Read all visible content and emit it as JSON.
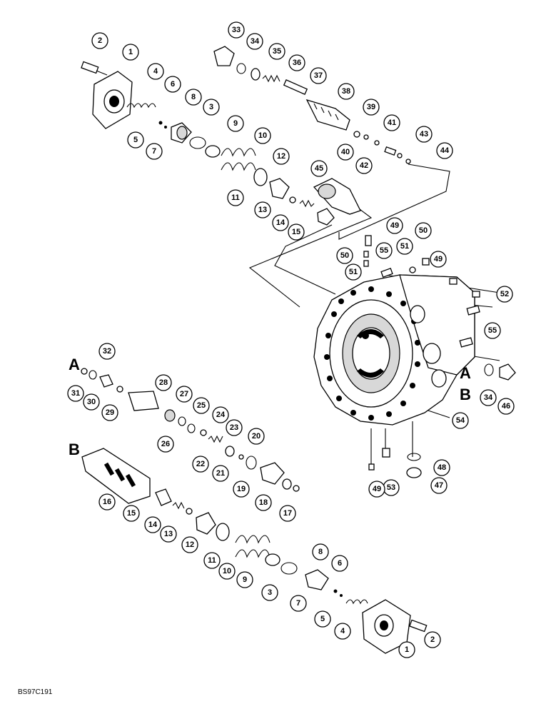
{
  "drawing_code": "BS97C191",
  "letters": [
    "A",
    "B",
    "A",
    "B"
  ],
  "callouts": [
    "2",
    "1",
    "4",
    "6",
    "8",
    "3",
    "9",
    "10",
    "5",
    "7",
    "12",
    "11",
    "13",
    "14",
    "15",
    "45",
    "33",
    "34",
    "35",
    "36",
    "37",
    "38",
    "39",
    "40",
    "41",
    "42",
    "43",
    "44",
    "49",
    "50",
    "50",
    "55",
    "51",
    "51",
    "49",
    "52",
    "55",
    "32",
    "31",
    "30",
    "29",
    "28",
    "27",
    "25",
    "26",
    "24",
    "23",
    "22",
    "20",
    "21",
    "19",
    "18",
    "17",
    "16",
    "15",
    "14",
    "13",
    "12",
    "11",
    "10",
    "9",
    "8",
    "7",
    "6",
    "5",
    "4",
    "3",
    "2",
    "1",
    "34",
    "46",
    "54",
    "48",
    "47",
    "53",
    "49"
  ]
}
